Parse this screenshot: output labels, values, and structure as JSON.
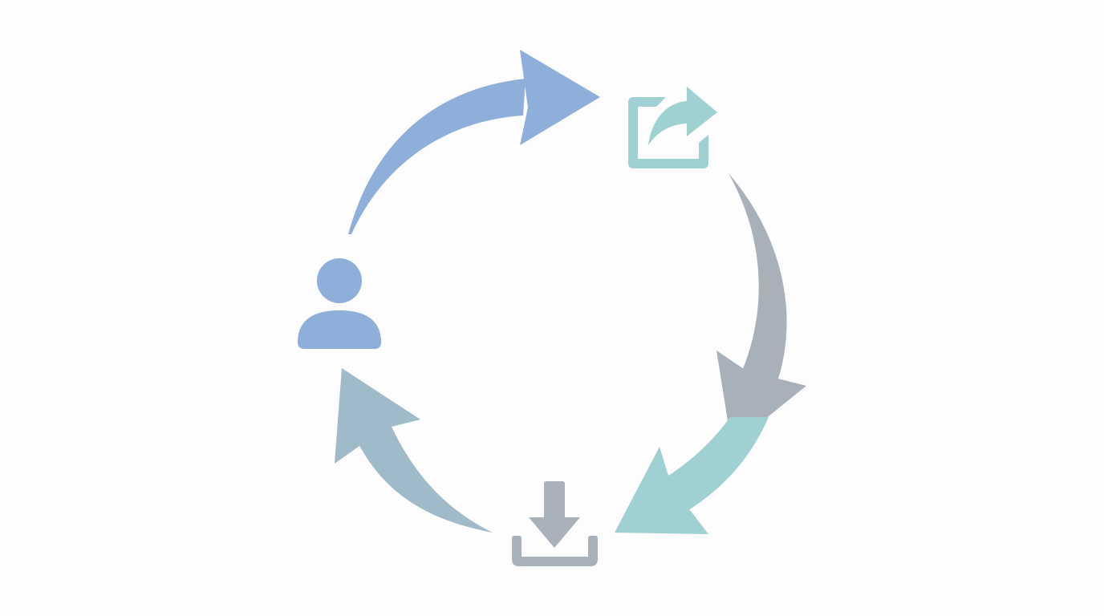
{
  "diagram": {
    "type": "cycle",
    "background": "#fdfdfd",
    "colors": {
      "blue": "#8eafda",
      "teal": "#9fd0d2",
      "gray": "#a8b0b9",
      "slate": "#9fbac8"
    },
    "nodes": [
      {
        "id": "user",
        "icon": "user-icon",
        "color": "#8eafda"
      },
      {
        "id": "share",
        "icon": "share-icon",
        "color": "#9fd0d2"
      },
      {
        "id": "download",
        "icon": "download-icon",
        "color": "#a8b0b9"
      }
    ],
    "arrows": [
      {
        "id": "user-to-share",
        "from": "user",
        "to": "share",
        "color": "#8eafda"
      },
      {
        "id": "share-down",
        "from": "share",
        "to": "download",
        "color": "#a8b0b9"
      },
      {
        "id": "share-to-download",
        "from": "share",
        "to": "download",
        "color": "#9fd0d2"
      },
      {
        "id": "download-to-user",
        "from": "download",
        "to": "user",
        "color": "#9fbac8"
      }
    ]
  }
}
